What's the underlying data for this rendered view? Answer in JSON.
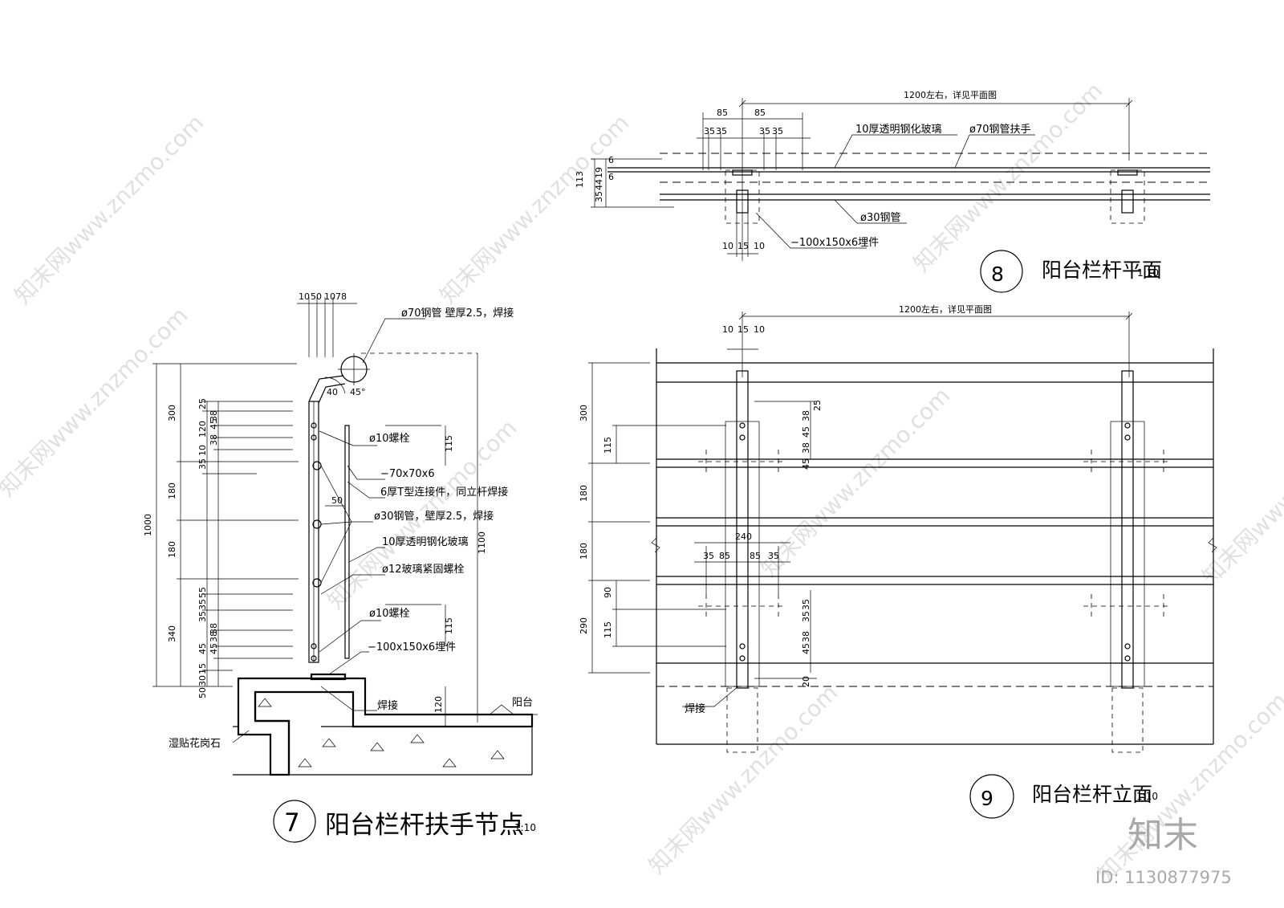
{
  "watermark": {
    "text": "知末网www.znzmo.com",
    "brand": "知末",
    "id_label": "ID: 1130877975"
  },
  "detail7": {
    "number": "7",
    "title": "阳台栏杆扶手节点",
    "scale": "1:10",
    "labels": {
      "handrail": "ø70钢管 壁厚2.5，焊接",
      "bolt_top": "ø10螺栓",
      "plate": "−70x70x6",
      "connector": "6厚T型连接件，同立杆焊接",
      "tube": "ø30钢管，壁厚2.5，焊接",
      "glass": "10厚透明钢化玻璃",
      "glass_bolt": "ø12玻璃紧固螺栓",
      "bolt_bottom": "ø10螺栓",
      "embed": "−100x150x6埋件",
      "weld": "焊接",
      "balcony": "阳台",
      "granite": "湿贴花岗石"
    },
    "dims": {
      "top": [
        "10",
        "50",
        "10",
        "78"
      ],
      "angle40": "40",
      "angle45": "45°",
      "overall": "1000",
      "left_outer": [
        "300",
        "180",
        "180",
        "340"
      ],
      "left_inner": [
        "25",
        "120",
        "10",
        "35",
        "55",
        "35",
        "35",
        "45",
        "15",
        "30"
      ],
      "left_inner2": [
        "38",
        "45",
        "38",
        "38",
        "45",
        "38",
        "50"
      ],
      "right": [
        "115",
        "115",
        "120"
      ],
      "height": "1100",
      "gap50": "50"
    }
  },
  "detail8": {
    "number": "8",
    "title": "阳台栏杆平面",
    "scale": "1:10",
    "labels": {
      "glass": "10厚透明钢化玻璃",
      "handrail": "ø70钢管扶手",
      "tube": "ø30钢管",
      "embed": "−100x150x6埋件"
    },
    "dims": {
      "span": "1200左右，详见平面图",
      "top": [
        "85",
        "85"
      ],
      "top2": [
        "35",
        "35",
        "35",
        "35"
      ],
      "left": [
        "113",
        "35",
        "44",
        "19",
        "6",
        "6"
      ],
      "bottom": [
        "10",
        "15",
        "10"
      ]
    }
  },
  "detail9": {
    "number": "9",
    "title": "阳台栏杆立面",
    "scale": "1:10",
    "labels": {
      "weld": "焊接"
    },
    "dims": {
      "span": "1200左右，详见平面图",
      "top": [
        "10",
        "15",
        "10"
      ],
      "left_outer": [
        "300",
        "180",
        "180",
        "290"
      ],
      "left_inner": [
        "115",
        "90",
        "115"
      ],
      "post_dims": [
        "25",
        "38",
        "45",
        "38",
        "45",
        "35",
        "35",
        "45",
        "38",
        "20"
      ],
      "mid": [
        "240",
        "35",
        "85",
        "85",
        "35"
      ]
    }
  }
}
